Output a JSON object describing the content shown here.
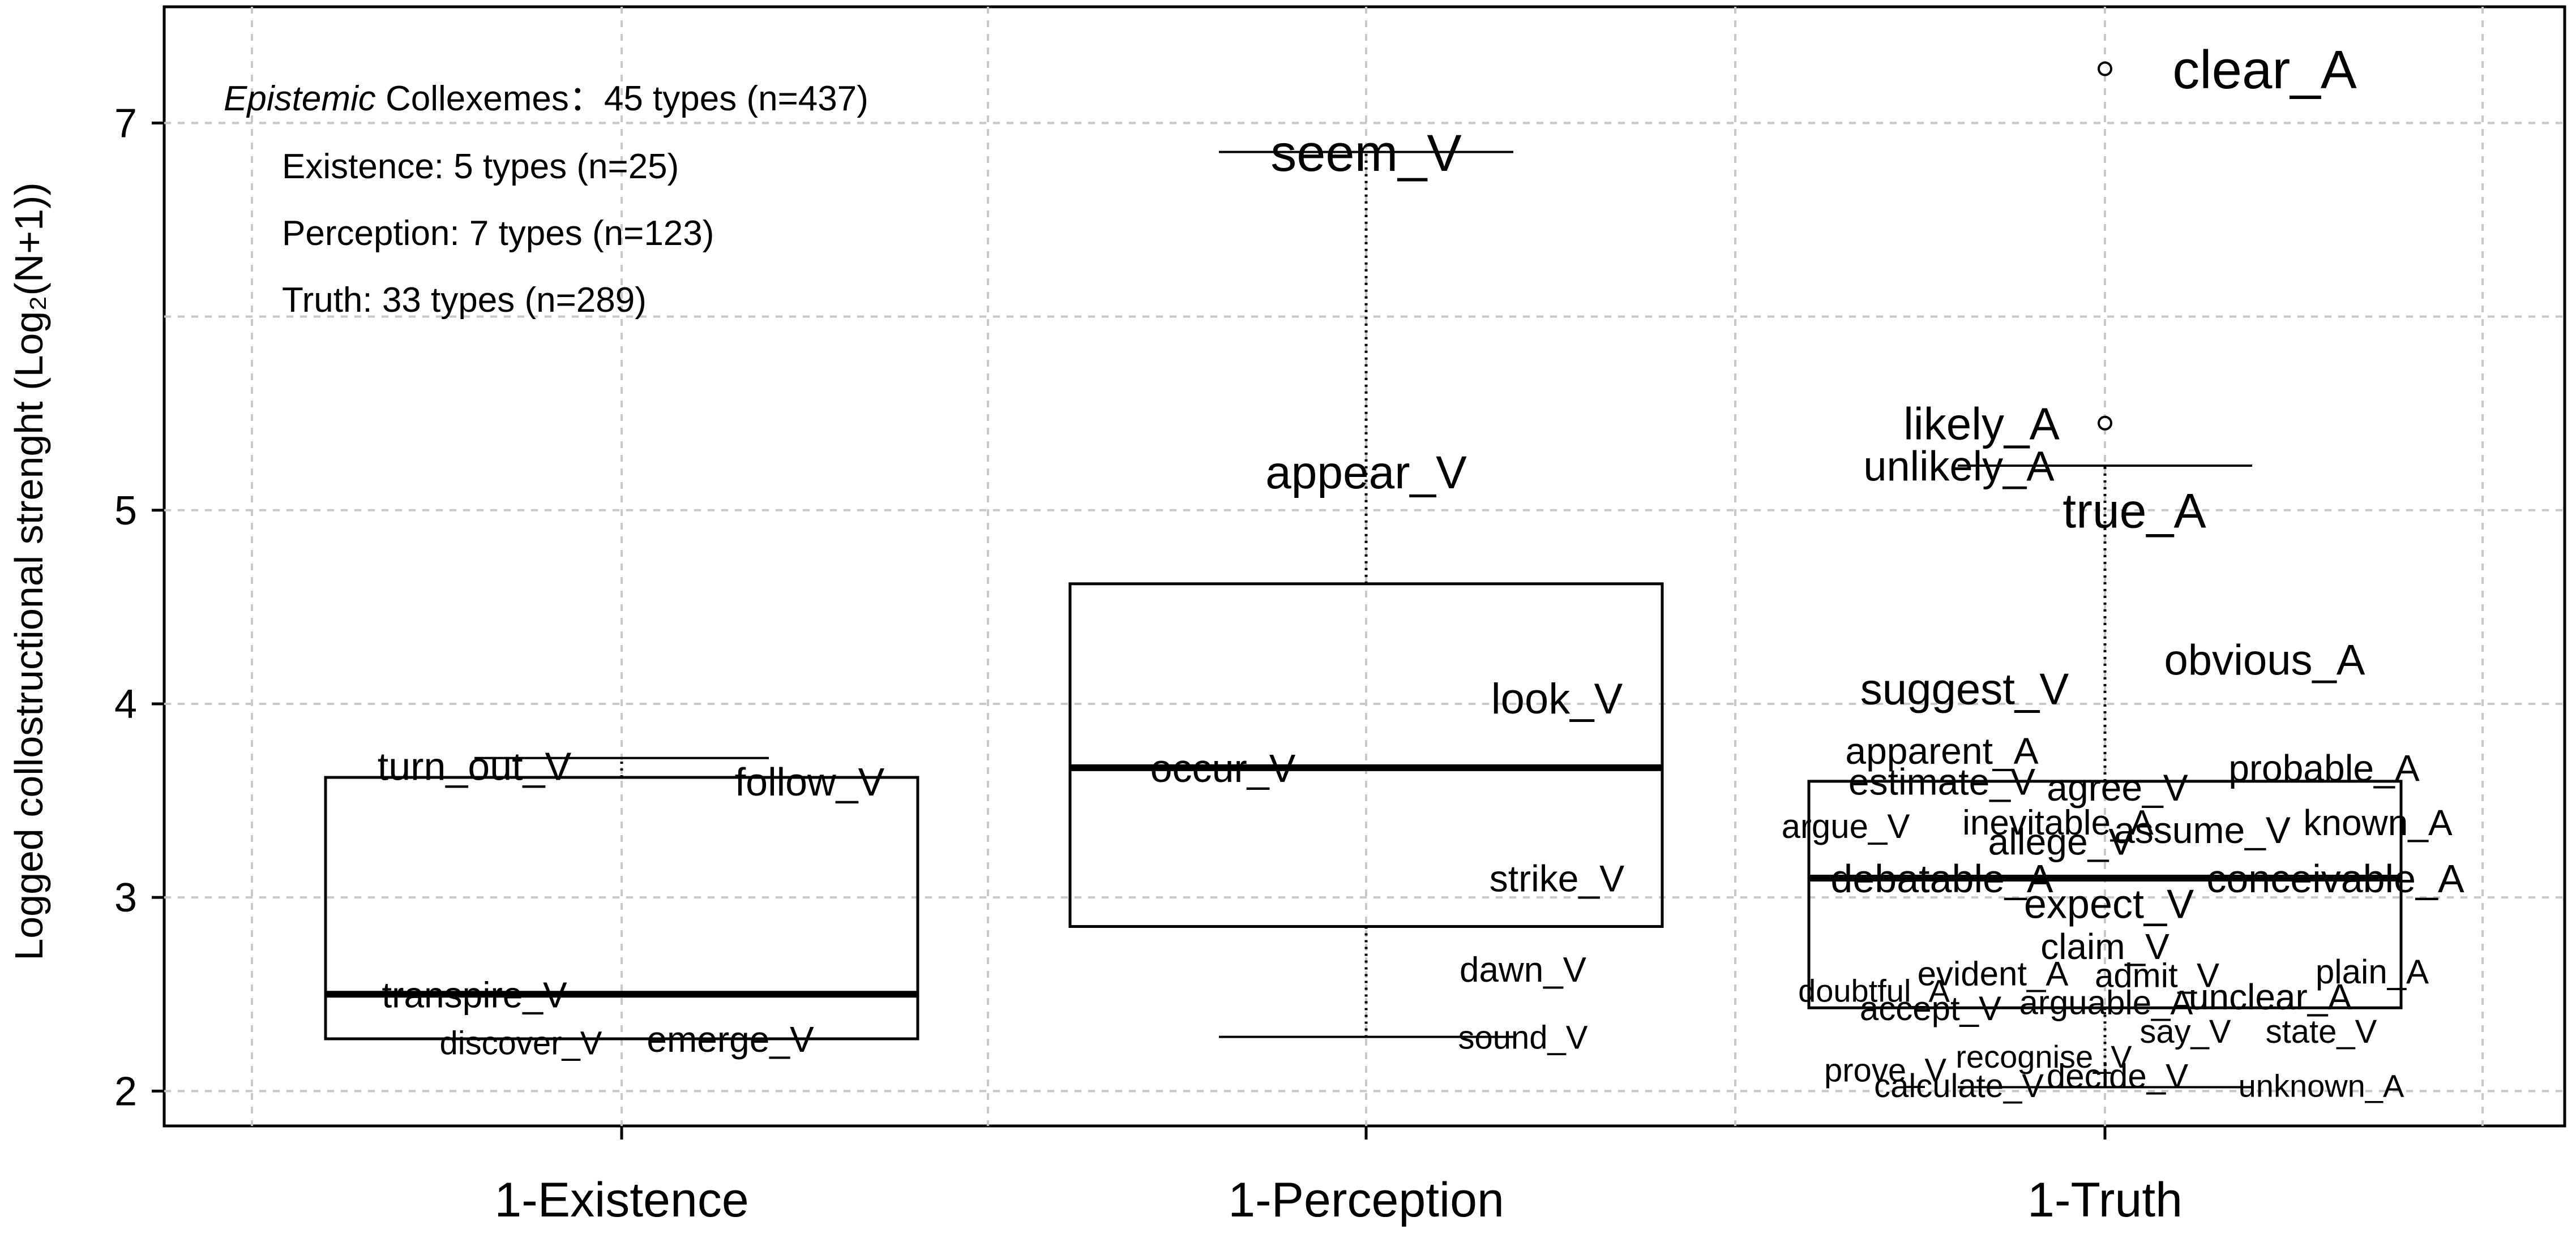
{
  "chart_data": {
    "type": "boxplot",
    "ylabel": "Logged collostructional strenght (Log₂(N+1))",
    "yticks": [
      2,
      3,
      4,
      5,
      7
    ],
    "ylim": [
      1.82,
      7.6
    ],
    "categories": [
      "1-Existence",
      "1-Perception",
      "1-Truth"
    ],
    "annotation": {
      "line1_italic": "Epistemic",
      "line1_rest": " Collexemes：45 types (n=437)",
      "line2": "Existence: 5 types (n=25)",
      "line3": "Perception: 7 types (n=123)",
      "line4": "Truth: 33 types (n=289)"
    },
    "boxes": [
      {
        "category": "1-Existence",
        "whisker_low": 2.27,
        "q1": 2.27,
        "median": 2.5,
        "q3": 3.62,
        "whisker_high": 3.72,
        "outliers": []
      },
      {
        "category": "1-Perception",
        "whisker_low": 2.28,
        "q1": 2.85,
        "median": 3.67,
        "q3": 4.62,
        "whisker_high": 6.85,
        "outliers": []
      },
      {
        "category": "1-Truth",
        "whisker_low": 2.02,
        "q1": 2.43,
        "median": 3.1,
        "q3": 3.6,
        "whisker_high": 5.23,
        "outliers": [
          7.28,
          5.45
        ]
      }
    ],
    "points": [
      {
        "label": "turn_out_V",
        "group": "1-Existence",
        "y": 3.68
      },
      {
        "label": "follow_V",
        "group": "1-Existence",
        "y": 3.6
      },
      {
        "label": "transpire_V",
        "group": "1-Existence",
        "y": 2.5
      },
      {
        "label": "discover_V",
        "group": "1-Existence",
        "y": 2.25
      },
      {
        "label": "emerge_V",
        "group": "1-Existence",
        "y": 2.27
      },
      {
        "label": "seem_V",
        "group": "1-Perception",
        "y": 6.85
      },
      {
        "label": "appear_V",
        "group": "1-Perception",
        "y": 5.2
      },
      {
        "label": "look_V",
        "group": "1-Perception",
        "y": 4.03
      },
      {
        "label": "occur_V",
        "group": "1-Perception",
        "y": 3.67
      },
      {
        "label": "strike_V",
        "group": "1-Perception",
        "y": 3.1
      },
      {
        "label": "dawn_V",
        "group": "1-Perception",
        "y": 2.63
      },
      {
        "label": "sound_V",
        "group": "1-Perception",
        "y": 2.28
      },
      {
        "label": "clear_A",
        "group": "1-Truth",
        "y": 7.28
      },
      {
        "label": "likely_A",
        "group": "1-Truth",
        "y": 5.45
      },
      {
        "label": "unlikely_A",
        "group": "1-Truth",
        "y": 5.23
      },
      {
        "label": "true_A",
        "group": "1-Truth",
        "y": 5.0
      },
      {
        "label": "obvious_A",
        "group": "1-Truth",
        "y": 4.23
      },
      {
        "label": "suggest_V",
        "group": "1-Truth",
        "y": 4.08
      },
      {
        "label": "apparent_A",
        "group": "1-Truth",
        "y": 3.76
      },
      {
        "label": "probable_A",
        "group": "1-Truth",
        "y": 3.67
      },
      {
        "label": "estimate_V",
        "group": "1-Truth",
        "y": 3.6
      },
      {
        "label": "agree_V",
        "group": "1-Truth",
        "y": 3.57
      },
      {
        "label": "argue_V",
        "group": "1-Truth",
        "y": 3.37
      },
      {
        "label": "inevitable_A",
        "group": "1-Truth",
        "y": 3.39
      },
      {
        "label": "assume_V",
        "group": "1-Truth",
        "y": 3.35
      },
      {
        "label": "known_A",
        "group": "1-Truth",
        "y": 3.39
      },
      {
        "label": "allege_V",
        "group": "1-Truth",
        "y": 3.29
      },
      {
        "label": "debatable_A",
        "group": "1-Truth",
        "y": 3.1
      },
      {
        "label": "conceivable_A",
        "group": "1-Truth",
        "y": 3.1
      },
      {
        "label": "expect_V",
        "group": "1-Truth",
        "y": 2.97
      },
      {
        "label": "claim_V",
        "group": "1-Truth",
        "y": 2.75
      },
      {
        "label": "evident_A",
        "group": "1-Truth",
        "y": 2.61
      },
      {
        "label": "admit_V",
        "group": "1-Truth",
        "y": 2.6
      },
      {
        "label": "plain_A",
        "group": "1-Truth",
        "y": 2.62
      },
      {
        "label": "doubtful_A",
        "group": "1-Truth",
        "y": 2.52
      },
      {
        "label": "accept_V",
        "group": "1-Truth",
        "y": 2.43
      },
      {
        "label": "arguable_A",
        "group": "1-Truth",
        "y": 2.46
      },
      {
        "label": "unclear_A",
        "group": "1-Truth",
        "y": 2.49
      },
      {
        "label": "say_V",
        "group": "1-Truth",
        "y": 2.31
      },
      {
        "label": "state_V",
        "group": "1-Truth",
        "y": 2.31
      },
      {
        "label": "recognise_V",
        "group": "1-Truth",
        "y": 2.18
      },
      {
        "label": "prove_V",
        "group": "1-Truth",
        "y": 2.11
      },
      {
        "label": "decide_V",
        "group": "1-Truth",
        "y": 2.08
      },
      {
        "label": "calculate_V",
        "group": "1-Truth",
        "y": 2.03
      },
      {
        "label": "unknown_A",
        "group": "1-Truth",
        "y": 2.03
      }
    ],
    "colors": {
      "ink": "#000000",
      "grid": "#c8c8c8",
      "background": "#ffffff"
    }
  }
}
